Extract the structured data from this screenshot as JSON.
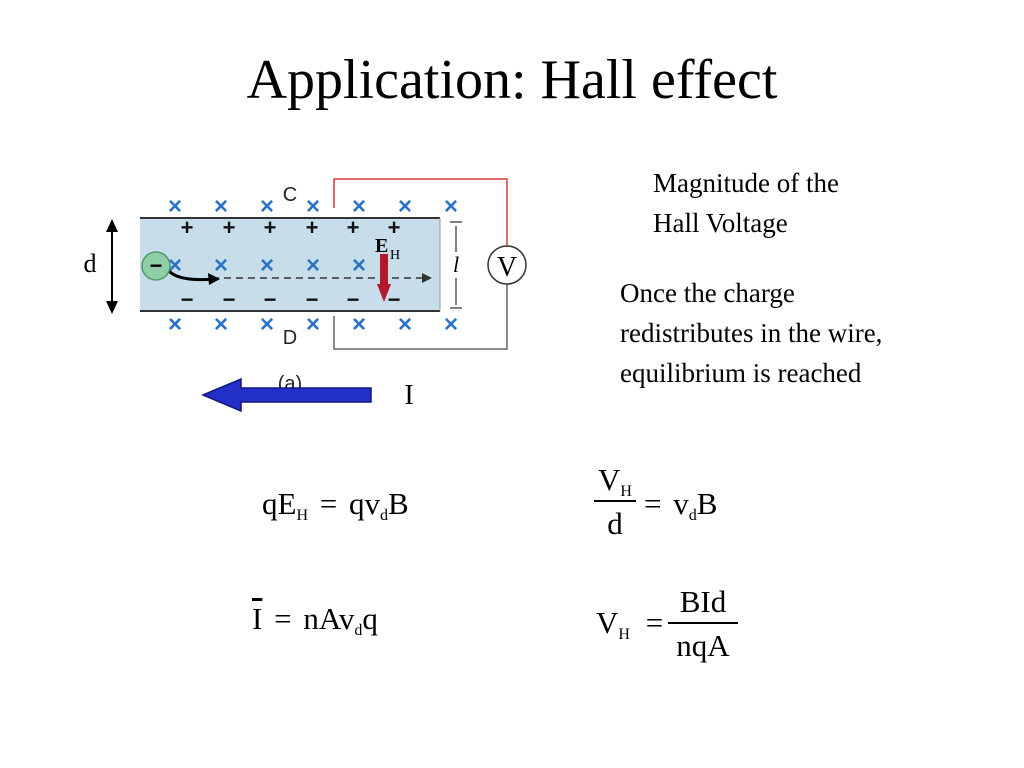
{
  "title": "Application:  Hall effect",
  "magnitude_heading": [
    "Magnitude of the",
    "Hall Voltage"
  ],
  "equilibrium_text": [
    "Once the charge",
    "redistributes in the wire,",
    "equilibrium is reached"
  ],
  "diagram": {
    "label_c": "C",
    "label_d_plate": "D",
    "label_d_width": "d",
    "label_l": "l",
    "voltmeter": "V",
    "electron": "−",
    "field_label": "E",
    "field_sub": "H",
    "caption": "(a)",
    "current_label": "I",
    "b_field_symbol": "×",
    "plus_symbol": "+",
    "minus_symbol": "−"
  },
  "equations": {
    "force_balance": {
      "lhs": "qE",
      "lhs_sub": "H",
      "eq": "=",
      "rhs": "qv",
      "rhs_sub": "d",
      "rhs_tail": "B"
    },
    "current": {
      "lhs": "I",
      "eq": "=",
      "rhs": "nAv",
      "rhs_sub": "d",
      "rhs_tail": "q"
    },
    "vh_over_d": {
      "num": "V",
      "num_sub": "H",
      "den": "d",
      "eq": "=",
      "rhs": "v",
      "rhs_sub": "d",
      "rhs_tail": "B"
    },
    "hall_voltage": {
      "lhs": "V",
      "lhs_sub": "H",
      "eq": "=",
      "num": "BId",
      "den": "nqA"
    }
  },
  "colors": {
    "conductor": "#c7dde9",
    "b_field": "#2a73c6",
    "field_arrow": "#b3182d",
    "current_arrow": "#2230c8",
    "wire": "#d33a3a",
    "electron": "#8fcfa8"
  }
}
